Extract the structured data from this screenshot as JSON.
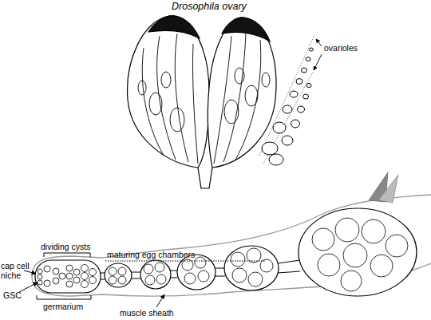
{
  "diagram": {
    "title": "Drosophila ovary",
    "labels": [
      "ovarioles",
      "cap cell niche",
      "GSC",
      "dividing cysts",
      "maturing egg chambers",
      "germarium",
      "muscle sheath"
    ]
  }
}
